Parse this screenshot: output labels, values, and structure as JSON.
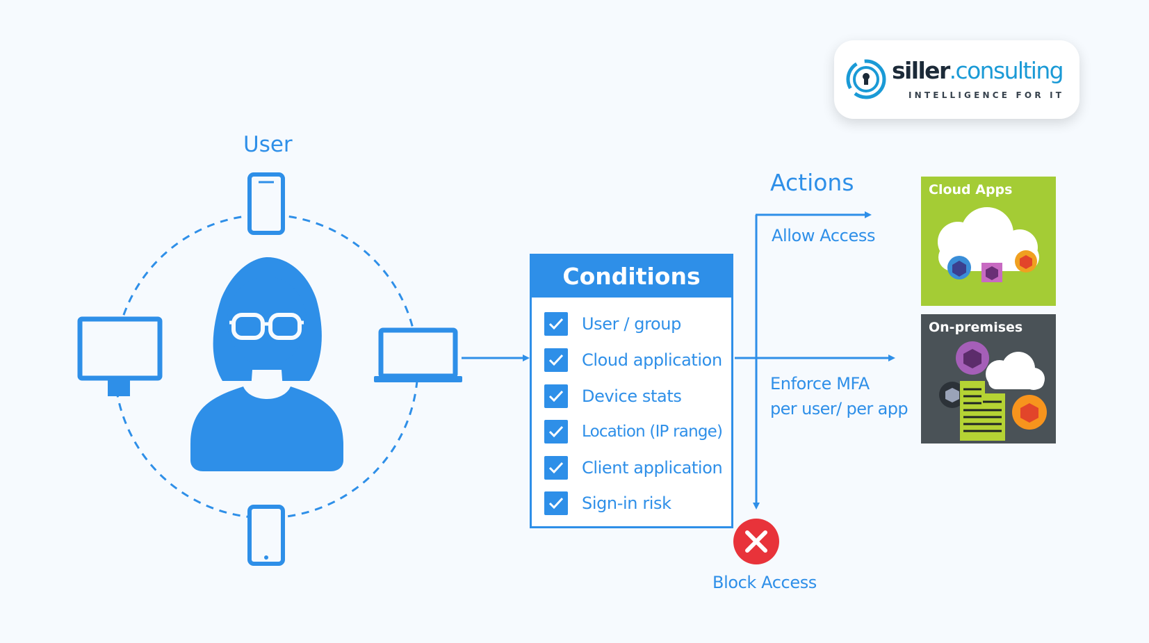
{
  "diagram": {
    "user_label": "User",
    "conditions": {
      "title": "Conditions",
      "items": [
        {
          "label": "User / group"
        },
        {
          "label": "Cloud application"
        },
        {
          "label": "Device stats"
        },
        {
          "label": "Location (IP range)"
        },
        {
          "label": "Client application"
        },
        {
          "label": "Sign-in risk"
        }
      ]
    },
    "actions": {
      "title": "Actions",
      "allow": "Allow Access",
      "enforce_line1": "Enforce MFA",
      "enforce_line2": "per user/ per app",
      "block": "Block Access"
    },
    "targets": {
      "cloud_apps": "Cloud Apps",
      "on_premises": "On-premises"
    }
  },
  "logo": {
    "name_part1": "siller",
    "name_part2": ".consulting",
    "tagline": "INTELLIGENCE FOR IT"
  },
  "colors": {
    "primary_blue": "#2e8fe8",
    "block_red": "#e8333a",
    "cloud_panel": "#a4cc35",
    "onprem_panel": "#4a5257",
    "background": "#f6fafe"
  }
}
